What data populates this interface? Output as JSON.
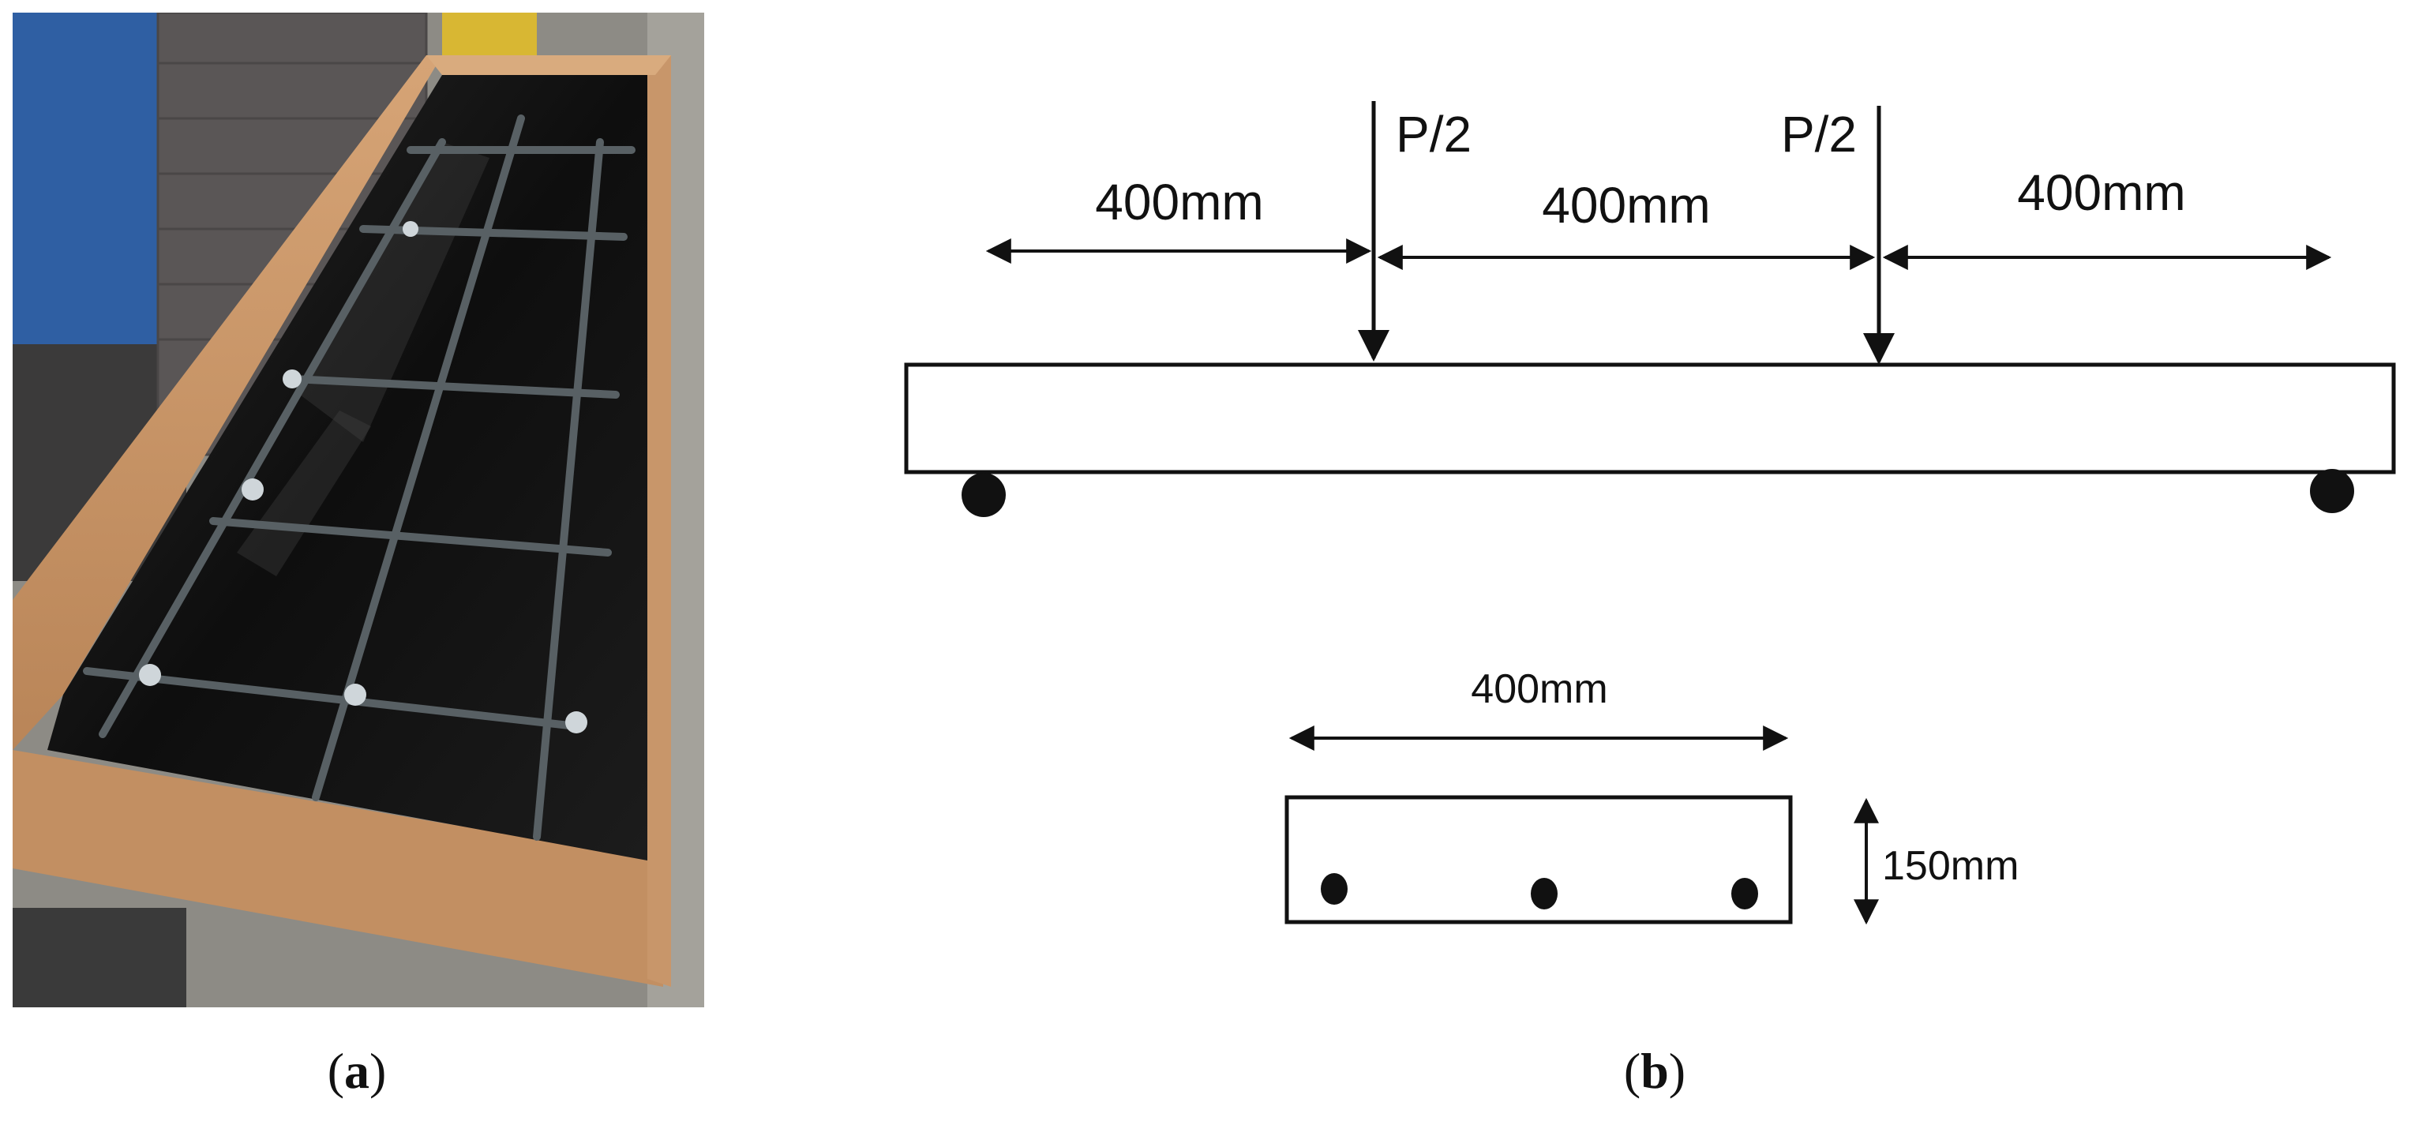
{
  "panels": {
    "a": {
      "caption_letter": "a",
      "caption_open": "(",
      "caption_close": ")"
    },
    "b": {
      "caption_letter": "b",
      "caption_open": "(",
      "caption_close": ")"
    }
  },
  "beam": {
    "loads": [
      {
        "label": "P/2"
      },
      {
        "label": "P/2"
      }
    ],
    "spans": [
      {
        "label": "400mm"
      },
      {
        "label": "400mm"
      },
      {
        "label": "400mm"
      }
    ],
    "supports": 2
  },
  "section": {
    "width_label": "400mm",
    "height_label": "150mm",
    "bars": 3
  },
  "colors": {
    "ink": "#111111",
    "formwork_wood": "#c8966a",
    "formwork_interior": "#141414",
    "wall_blue": "#2f5fa3",
    "floor": "#9c9a92"
  }
}
